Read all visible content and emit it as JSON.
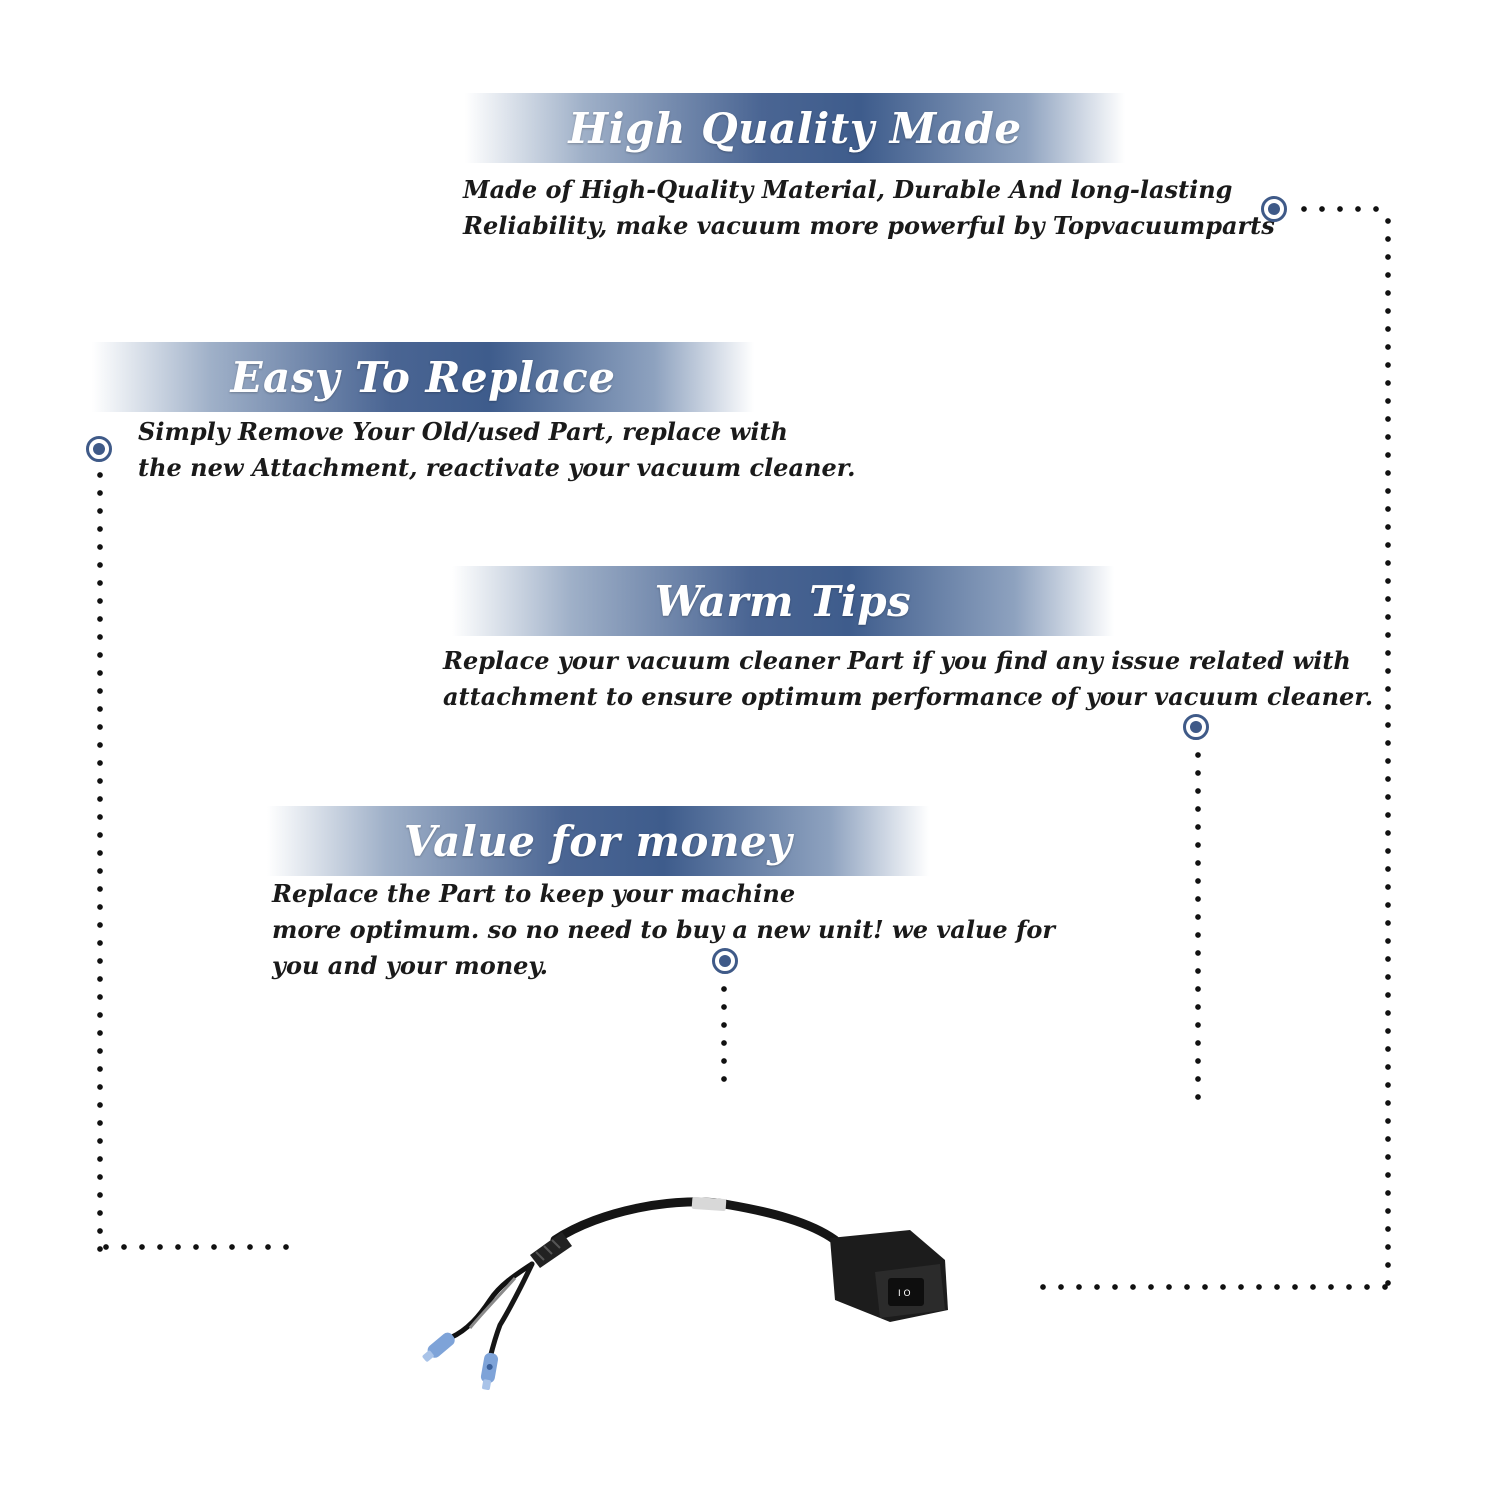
{
  "sections": [
    {
      "title": "High Quality Made",
      "lines": [
        "Made of  High-Quality Material, Durable And long-lasting",
        "Reliability, make vacuum more powerful by Topvacuumparts"
      ]
    },
    {
      "title": "Easy To Replace",
      "lines": [
        "Simply Remove Your Old/used Part, replace with",
        "the new Attachment, reactivate your vacuum cleaner."
      ]
    },
    {
      "title": "Warm Tips",
      "lines": [
        "Replace your vacuum cleaner Part if you find any issue related with",
        " attachment to ensure optimum performance of your vacuum cleaner."
      ]
    },
    {
      "title": "Value for money",
      "lines": [
        "Replace the Part to keep your machine",
        "more optimum. so no need to buy a new unit! we value for",
        "you and your money."
      ]
    }
  ],
  "colors": {
    "accent": "#3f5a88",
    "banner_dark": "#3e5c8c",
    "text": "#1a1a1a"
  },
  "product_image": "vacuum-power-switch-harness-with-wire-terminals"
}
